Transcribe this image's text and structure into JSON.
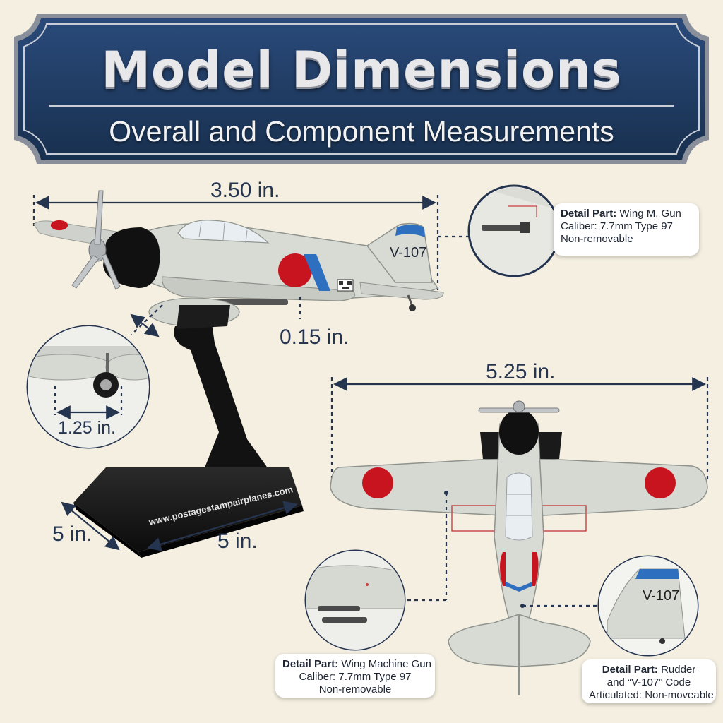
{
  "banner": {
    "title": "Model Dimensions",
    "subtitle": "Overall and Component Measurements"
  },
  "dimensions": {
    "length": "3.50 in.",
    "gun_diameter": "0.15 in.",
    "wingspan": "5.25 in.",
    "wheel_spacing": "1.25 in.",
    "base_depth": "5 in.",
    "base_width": "5 in."
  },
  "stand": {
    "website": "www.postagestampairplanes.com"
  },
  "aircraft": {
    "tail_code": "V-107"
  },
  "callouts": {
    "top_right": {
      "label": "Detail Part:",
      "name": "Wing M. Gun",
      "line2": "Caliber: 7.7mm Type 97",
      "line3": "Non-removable"
    },
    "bottom_center": {
      "label": "Detail Part:",
      "name": "Wing Machine Gun",
      "line2": "Caliber: 7.7mm Type 97",
      "line3": "Non-removable"
    },
    "bottom_right": {
      "label": "Detail Part:",
      "name": "Rudder",
      "line2": "and “V-107” Code",
      "line3": "Articulated: Non-moveable"
    }
  },
  "colors": {
    "banner_navy": "#1f3a63",
    "background": "#f4efe1",
    "hinomaru_red": "#c8141e",
    "aircraft_gray": "#d6d8d2",
    "tail_blue": "#2f6fc0",
    "dimension_line": "#25344f"
  }
}
